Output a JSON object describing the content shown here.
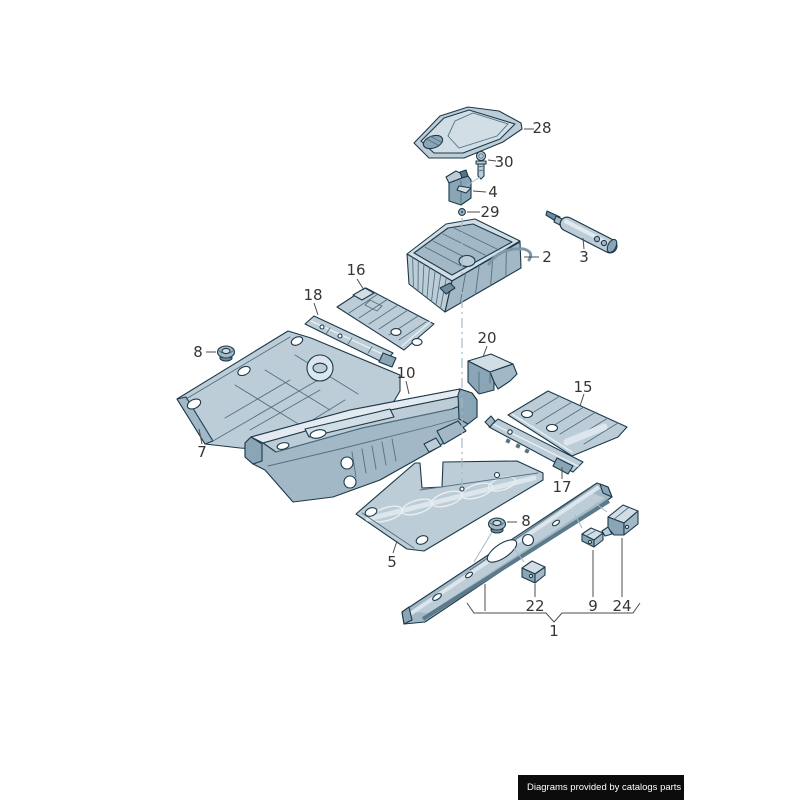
{
  "page": {
    "background": "#ffffff"
  },
  "diagram": {
    "type": "exploded-parts-diagram",
    "subject": "vehicle floor trim panels, side member and luggage-box parts",
    "labels": [
      {
        "part": "28",
        "text": "28"
      },
      {
        "part": "30",
        "text": "30"
      },
      {
        "part": "4",
        "text": "4"
      },
      {
        "part": "29",
        "text": "29"
      },
      {
        "part": "2",
        "text": "2"
      },
      {
        "part": "3",
        "text": "3"
      },
      {
        "part": "16",
        "text": "16"
      },
      {
        "part": "18",
        "text": "18"
      },
      {
        "part": "8-left",
        "text": "8"
      },
      {
        "part": "7",
        "text": "7"
      },
      {
        "part": "10",
        "text": "10"
      },
      {
        "part": "20",
        "text": "20"
      },
      {
        "part": "15",
        "text": "15"
      },
      {
        "part": "17",
        "text": "17"
      },
      {
        "part": "8-right",
        "text": "8"
      },
      {
        "part": "5",
        "text": "5"
      },
      {
        "part": "22",
        "text": "22"
      },
      {
        "part": "9",
        "text": "9"
      },
      {
        "part": "24",
        "text": "24"
      },
      {
        "part": "1",
        "text": "1"
      }
    ]
  },
  "colors": {
    "outline": "#1d3949",
    "part_light": "#d2dee6",
    "part_mid": "#a2b8c6",
    "part_dark": "#8aa5b6",
    "label_text": "#353535",
    "leader_line": "#4d4d4d",
    "center_line": "#a5bac7",
    "badge_bg": "#0c0c0c",
    "badge_text": "#ffffff"
  },
  "footer_badge": {
    "text": "Diagrams provided by catalogs parts"
  }
}
